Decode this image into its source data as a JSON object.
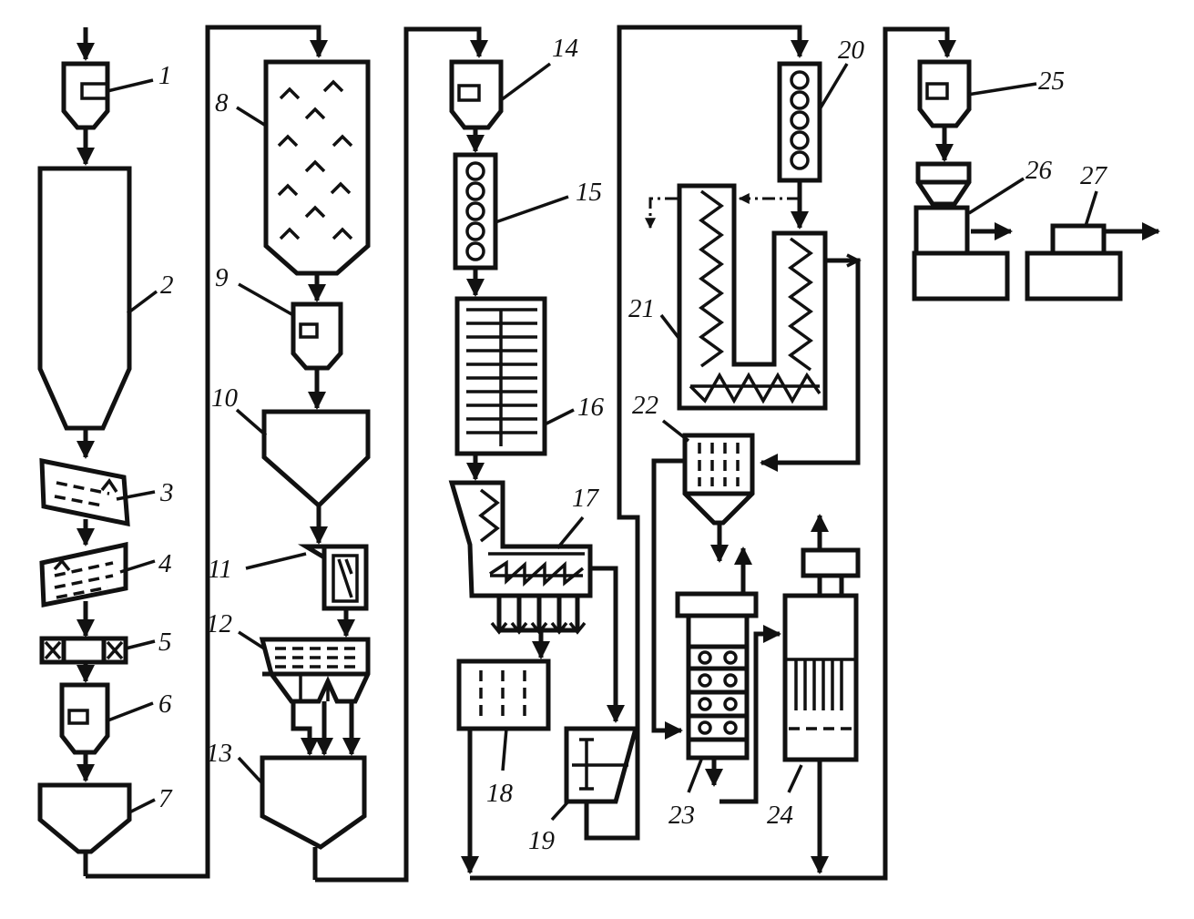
{
  "labels": [
    "1",
    "2",
    "3",
    "4",
    "5",
    "6",
    "7",
    "8",
    "9",
    "10",
    "11",
    "12",
    "13",
    "14",
    "15",
    "16",
    "17",
    "18",
    "19",
    "20",
    "21",
    "22",
    "23",
    "24",
    "25",
    "26",
    "27"
  ],
  "colors": {
    "ink": "#111111",
    "background": "#ffffff"
  }
}
